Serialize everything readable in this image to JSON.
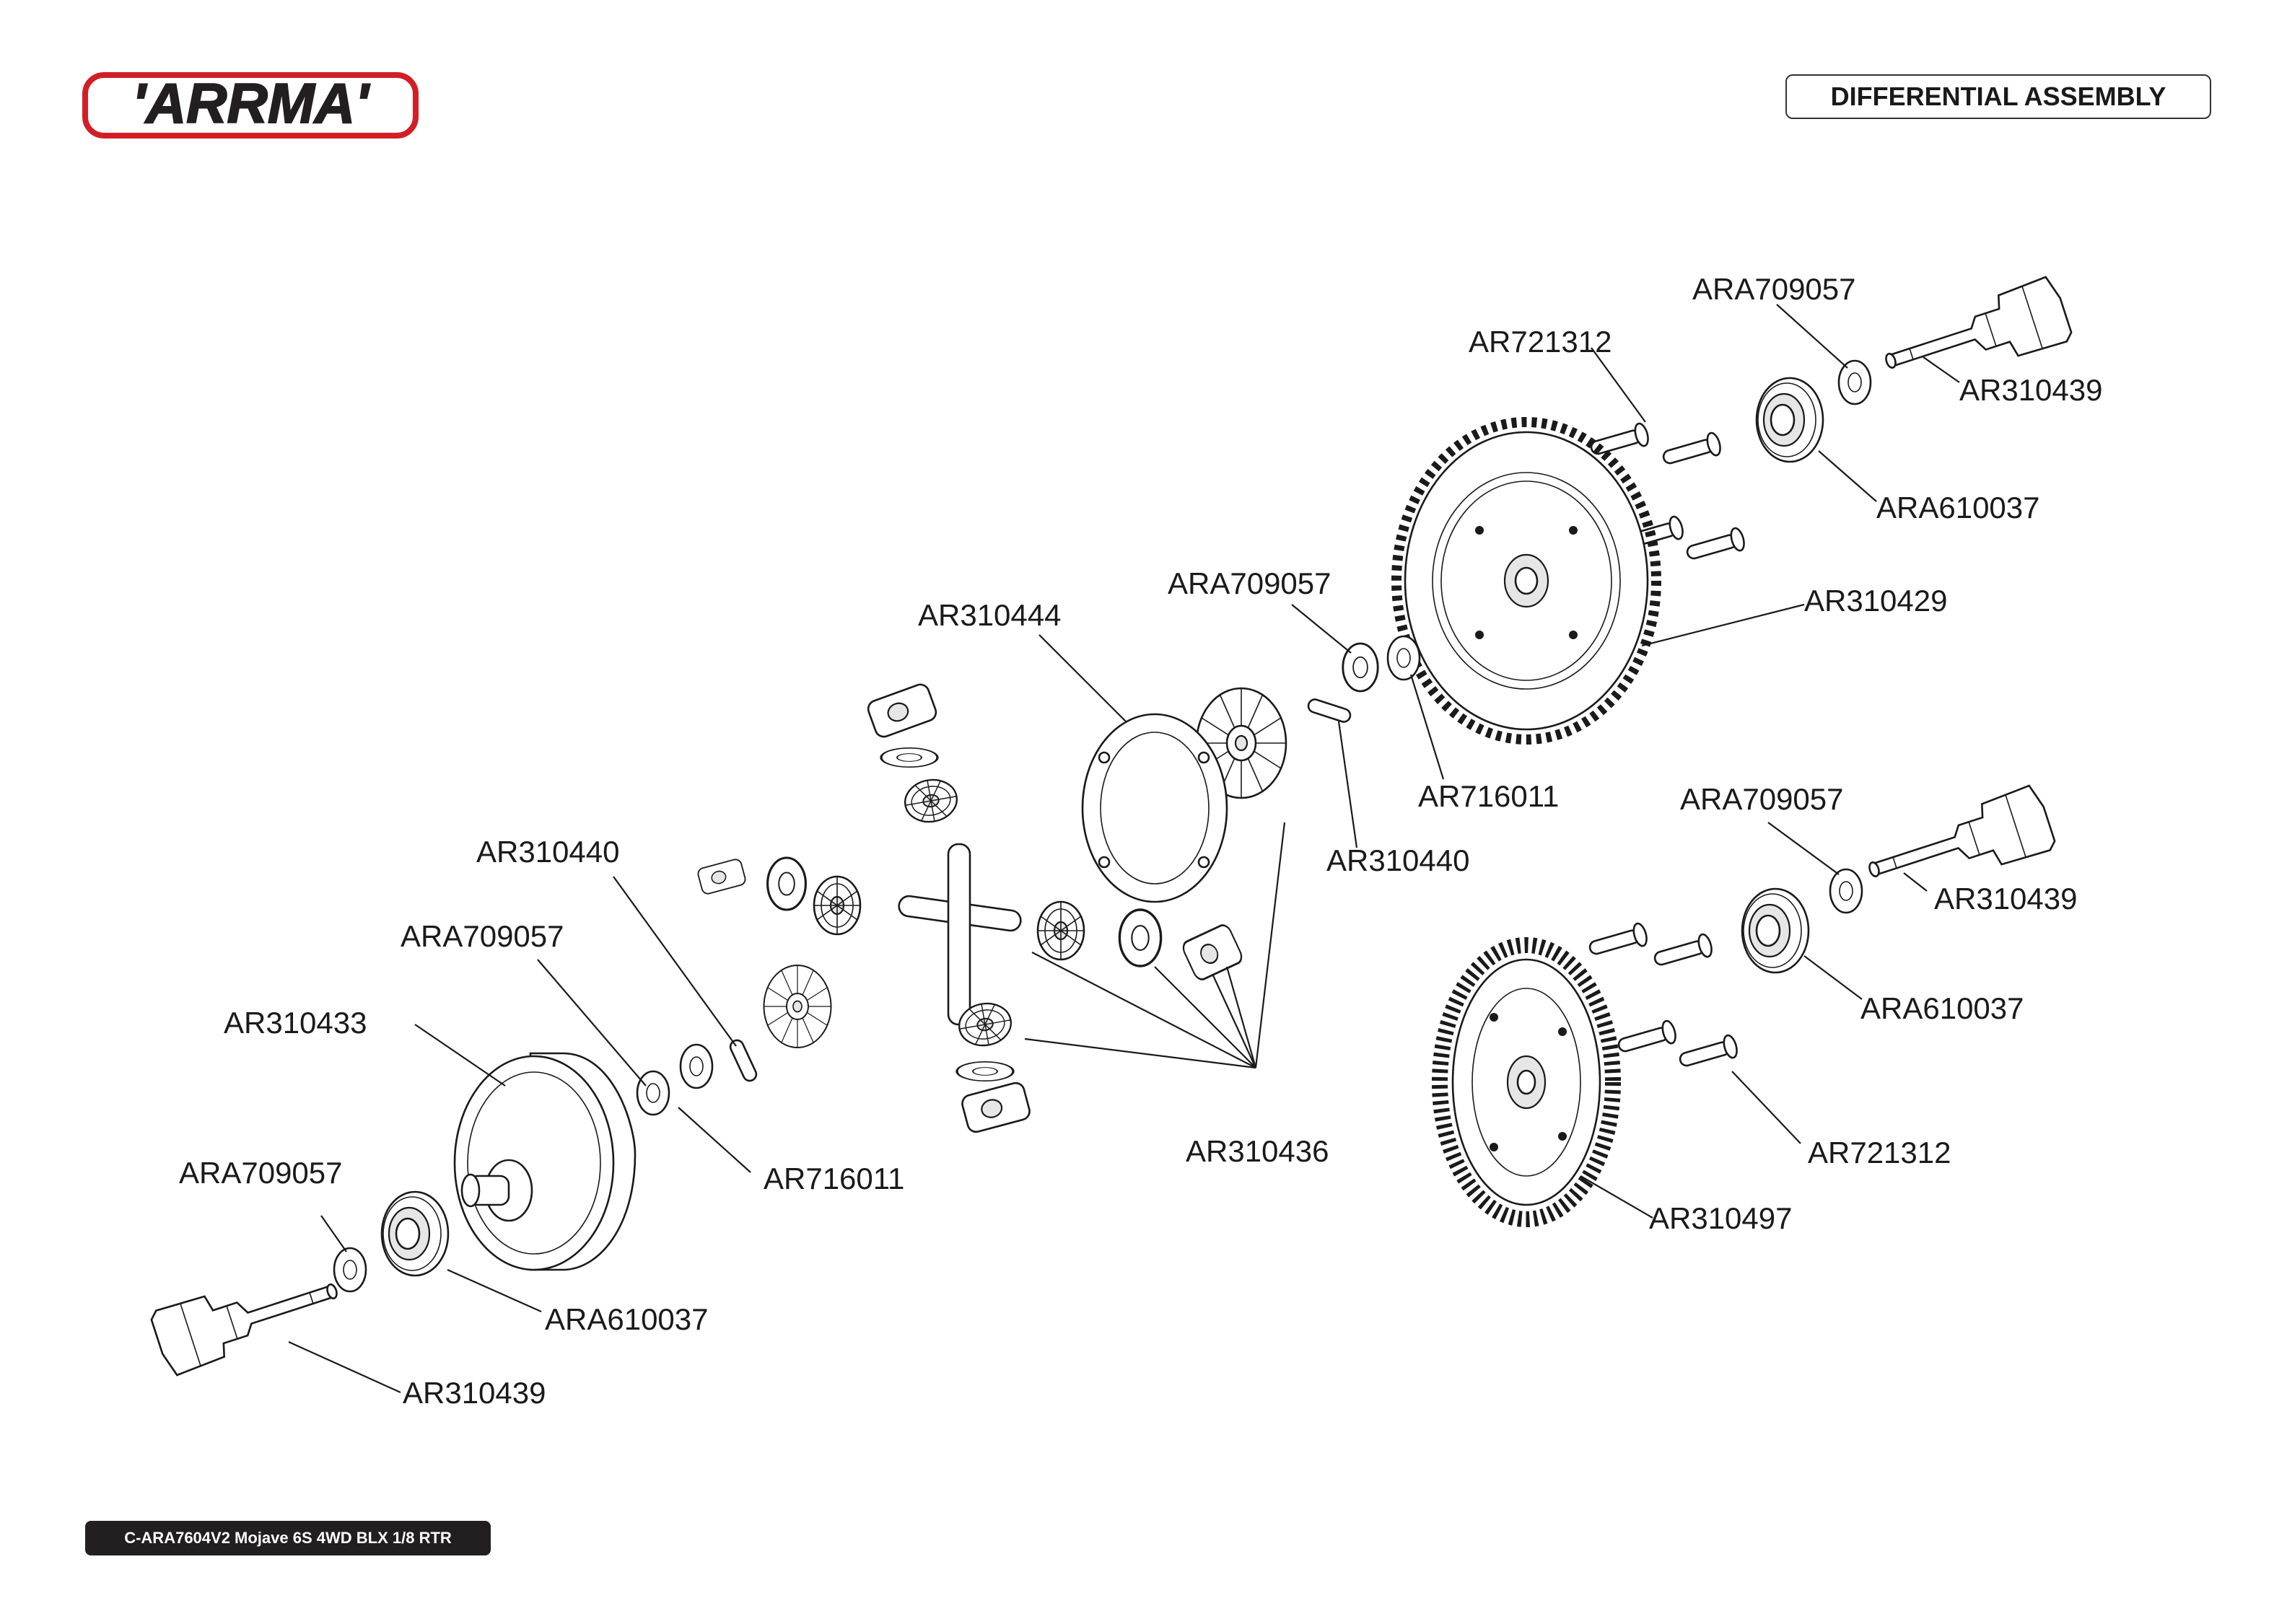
{
  "brand": {
    "name": "ARRMA",
    "logo_text": "'ARRMA'",
    "colors": {
      "outline": "#d21f26",
      "fill": "#231f20"
    }
  },
  "title": "DIFFERENTIAL ASSEMBLY",
  "footer": "C-ARA7604V2 Mojave 6S 4WD BLX 1/8 RTR",
  "callouts": [
    {
      "id": "c1",
      "text": "ARA709057"
    },
    {
      "id": "c2",
      "text": "AR721312"
    },
    {
      "id": "c3",
      "text": "AR310439"
    },
    {
      "id": "c4",
      "text": "ARA610037"
    },
    {
      "id": "c5",
      "text": "AR310429"
    },
    {
      "id": "c6",
      "text": "ARA709057"
    },
    {
      "id": "c7",
      "text": "AR310444"
    },
    {
      "id": "c8",
      "text": "AR716011"
    },
    {
      "id": "c9",
      "text": "AR310440"
    },
    {
      "id": "c10",
      "text": "ARA709057"
    },
    {
      "id": "c11",
      "text": "AR310439"
    },
    {
      "id": "c12",
      "text": "ARA610037"
    },
    {
      "id": "c13",
      "text": "AR310440"
    },
    {
      "id": "c14",
      "text": "ARA709057"
    },
    {
      "id": "c15",
      "text": "AR310433"
    },
    {
      "id": "c16",
      "text": "AR716011"
    },
    {
      "id": "c17",
      "text": "AR310436"
    },
    {
      "id": "c18",
      "text": "AR721312"
    },
    {
      "id": "c19",
      "text": "AR310497"
    },
    {
      "id": "c20",
      "text": "ARA709057"
    },
    {
      "id": "c21",
      "text": "ARA610037"
    },
    {
      "id": "c22",
      "text": "AR310439"
    }
  ]
}
